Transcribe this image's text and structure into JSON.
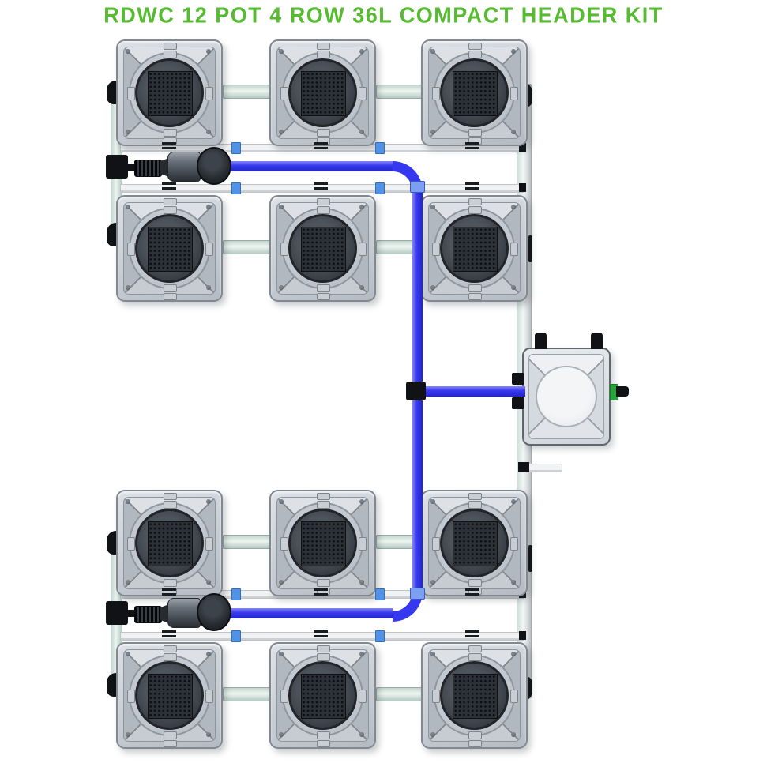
{
  "title": "RDWC 12 POT 4 ROW 36L COMPACT HEADER KIT",
  "colors": {
    "accent-green": "#56bb31",
    "tube-blue": "#3538ee",
    "tube-blue-light": "#7d9ff2",
    "connector-blue": "#4f92e8",
    "pipe-green": "#d9e9e2",
    "fitting-black": "#101215",
    "valve-green": "#2aa33c"
  },
  "components": {
    "pot_count": 12,
    "pot_rows": 4,
    "pots_per_row": 3,
    "pump_count": 2,
    "header_tank_count": 1
  }
}
